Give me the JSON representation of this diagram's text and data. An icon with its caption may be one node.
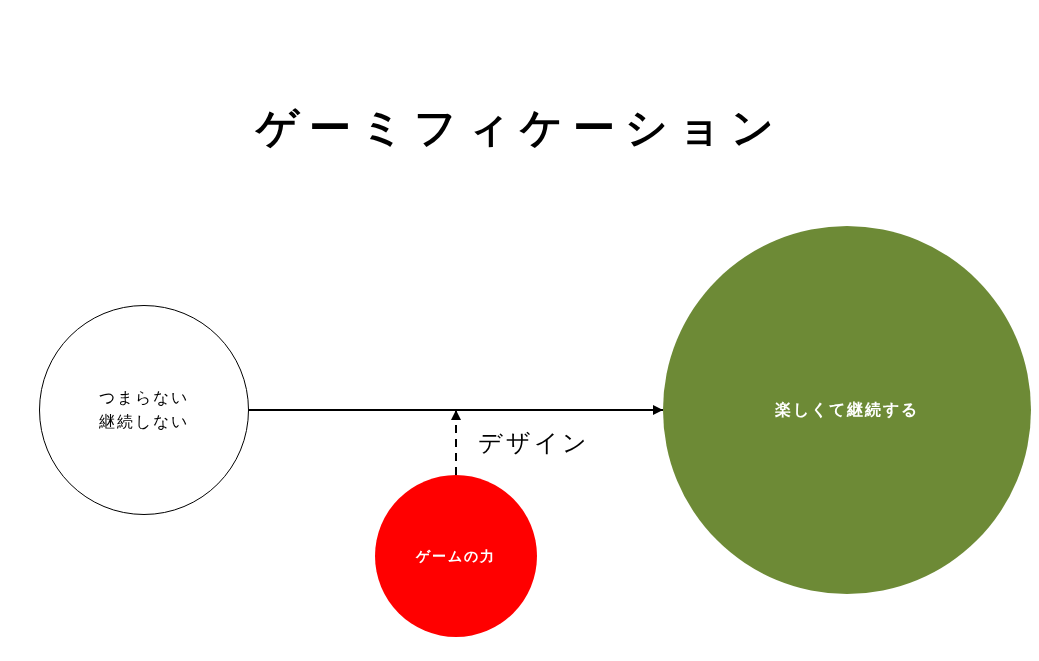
{
  "diagram": {
    "title": "ゲーミフィケーション",
    "nodes": [
      {
        "text": [
          "つまらない継続しない"
        ]
      },
      {
        "text": [
          "楽しくて継続する"
        ]
      },
      {
        "text": [
          "ゲームの力"
        ]
      }
    ],
    "edges": [
      {
        "from": 0,
        "to": 1,
        "arrow": "to"
      },
      {
        "from": 2,
        "to": null,
        "arrow": "to",
        "style": "dashed",
        "label": "デザイン"
      }
    ]
  }
}
